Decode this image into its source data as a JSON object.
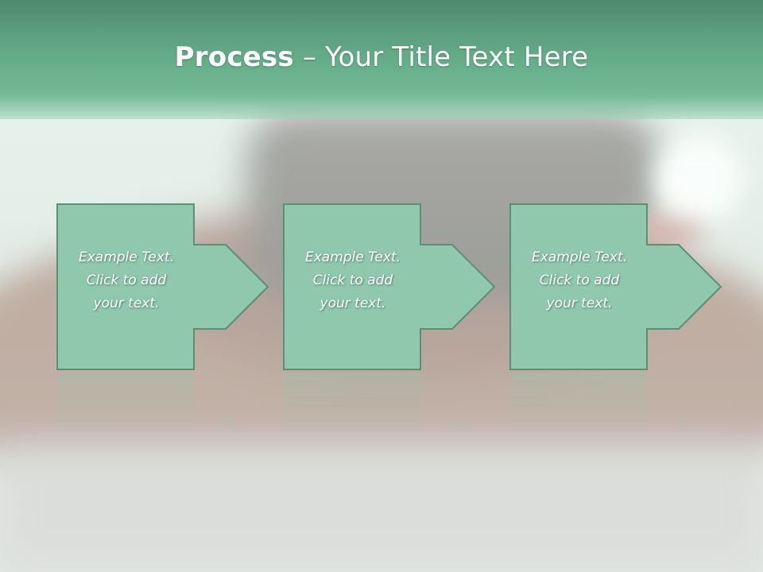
{
  "slide": {
    "title_bold": "Process",
    "title_separator": " – ",
    "title_rest": "Your Title Text Here"
  },
  "steps": [
    {
      "line1": "Example Text.",
      "line2": "Click  to add",
      "line3": "your text."
    },
    {
      "line1": "Example Text.",
      "line2": "Click  to add",
      "line3": "your text."
    },
    {
      "line1": "Example Text.",
      "line2": "Click  to add",
      "line3": "your text."
    }
  ],
  "colors": {
    "header": "#63aa87",
    "shape_fill": "#8fc8ad",
    "shape_border": "#5c8f75",
    "text": "#ffffff"
  }
}
